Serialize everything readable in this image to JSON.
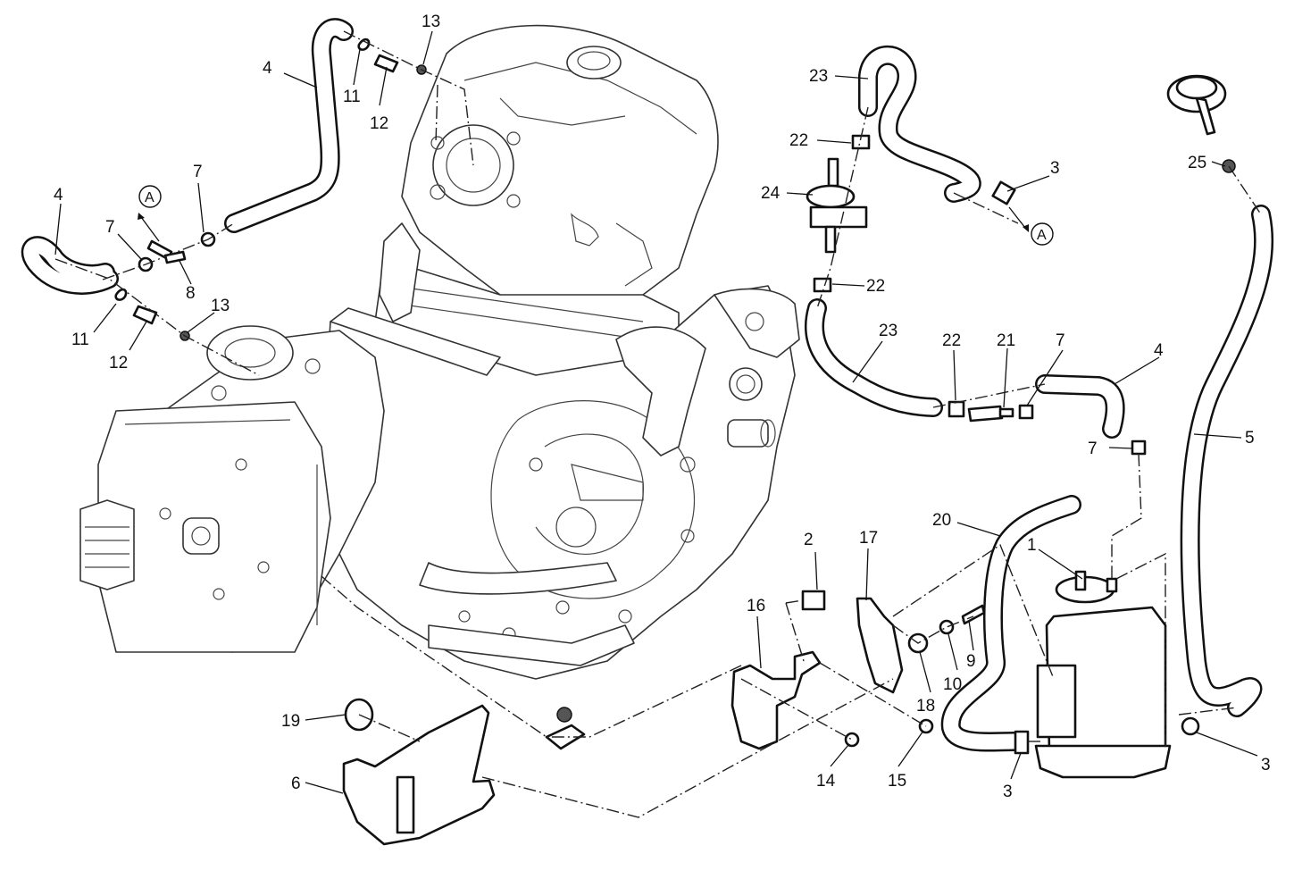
{
  "diagram": {
    "type": "exploded-parts-diagram",
    "subject": "Motorcycle engine evaporative emission (canister) system",
    "reference_marker": "A",
    "callouts": [
      {
        "id": "c1",
        "label": "1",
        "part": "canister"
      },
      {
        "id": "c2",
        "label": "2",
        "part": "connector"
      },
      {
        "id": "c3a",
        "label": "3",
        "part": "clamp"
      },
      {
        "id": "c3b",
        "label": "3",
        "part": "clamp"
      },
      {
        "id": "c3c",
        "label": "3",
        "part": "clamp"
      },
      {
        "id": "c4a",
        "label": "4",
        "part": "hose"
      },
      {
        "id": "c4b",
        "label": "4",
        "part": "hose"
      },
      {
        "id": "c4c",
        "label": "4",
        "part": "hose"
      },
      {
        "id": "c5",
        "label": "5",
        "part": "hose"
      },
      {
        "id": "c6",
        "label": "6",
        "part": "cover"
      },
      {
        "id": "c7a",
        "label": "7",
        "part": "clamp"
      },
      {
        "id": "c7b",
        "label": "7",
        "part": "clamp"
      },
      {
        "id": "c7c",
        "label": "7",
        "part": "clamp"
      },
      {
        "id": "c7d",
        "label": "7",
        "part": "clamp"
      },
      {
        "id": "c8",
        "label": "8",
        "part": "t-fitting"
      },
      {
        "id": "c9",
        "label": "9",
        "part": "screw"
      },
      {
        "id": "c10",
        "label": "10",
        "part": "washer"
      },
      {
        "id": "c11a",
        "label": "11",
        "part": "clip"
      },
      {
        "id": "c11b",
        "label": "11",
        "part": "clip"
      },
      {
        "id": "c12a",
        "label": "12",
        "part": "fitting"
      },
      {
        "id": "c12b",
        "label": "12",
        "part": "fitting"
      },
      {
        "id": "c13a",
        "label": "13",
        "part": "seal"
      },
      {
        "id": "c13b",
        "label": "13",
        "part": "seal"
      },
      {
        "id": "c14",
        "label": "14",
        "part": "screw"
      },
      {
        "id": "c15",
        "label": "15",
        "part": "screw"
      },
      {
        "id": "c16",
        "label": "16",
        "part": "bracket"
      },
      {
        "id": "c17",
        "label": "17",
        "part": "bracket"
      },
      {
        "id": "c18",
        "label": "18",
        "part": "rubber-mount"
      },
      {
        "id": "c19",
        "label": "19",
        "part": "spacer"
      },
      {
        "id": "c20",
        "label": "20",
        "part": "hose"
      },
      {
        "id": "c21",
        "label": "21",
        "part": "fitting"
      },
      {
        "id": "c22a",
        "label": "22",
        "part": "clamp"
      },
      {
        "id": "c22b",
        "label": "22",
        "part": "clamp"
      },
      {
        "id": "c22c",
        "label": "22",
        "part": "clamp"
      },
      {
        "id": "c23a",
        "label": "23",
        "part": "hose"
      },
      {
        "id": "c23b",
        "label": "23",
        "part": "hose"
      },
      {
        "id": "c24",
        "label": "24",
        "part": "valve"
      },
      {
        "id": "c25",
        "label": "25",
        "part": "clip"
      }
    ]
  }
}
